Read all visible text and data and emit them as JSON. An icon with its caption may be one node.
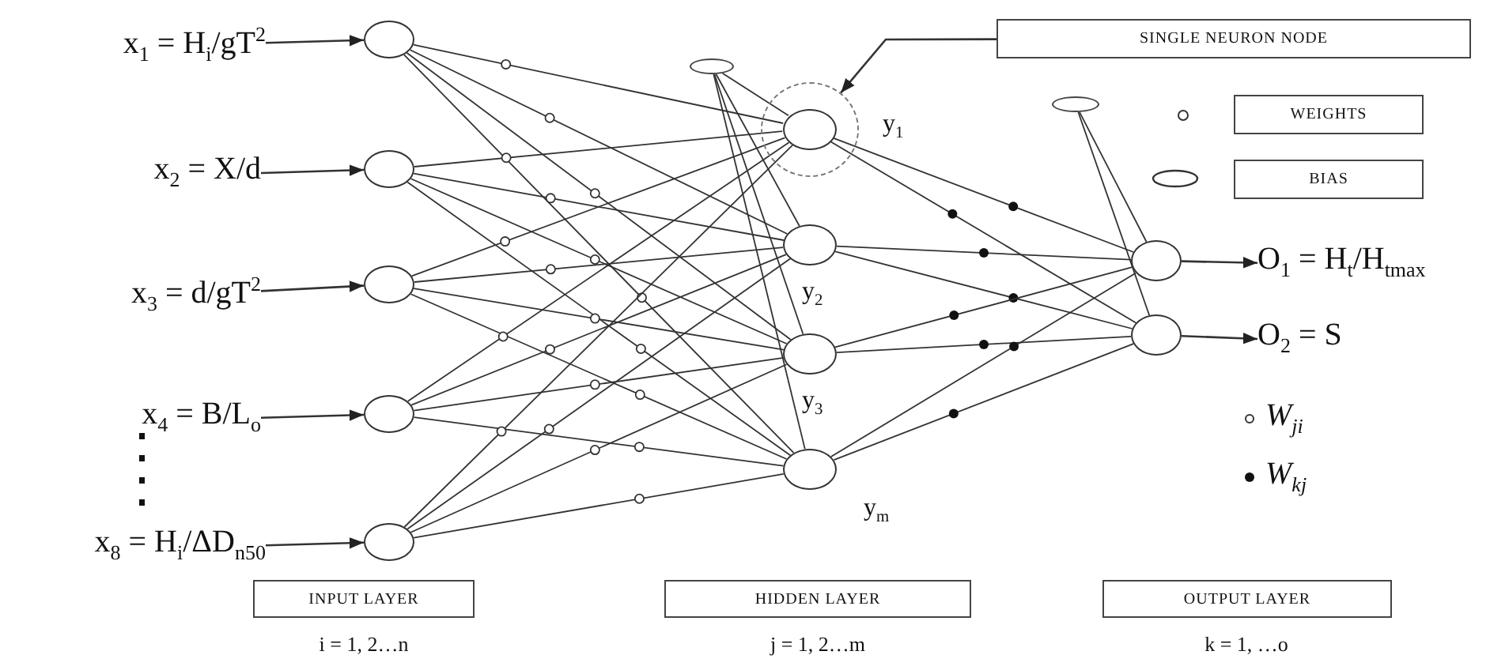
{
  "diagram": {
    "nodes": [
      {
        "text": [
          "x$_{1}$ = H$_{i}$/gT$^{2}$"
        ]
      },
      {
        "text": [
          "x$_{2}$ = X/d"
        ]
      },
      {
        "text": [
          "x$_{3}$ = d/gT$^{2}$"
        ]
      },
      {
        "text": [
          "x$_{4}$ = B/L$_{o}$"
        ]
      },
      {
        "text": [
          "x$_{8}$ = H$_{i}$/ΔD$_{n50}$"
        ]
      },
      {
        "text": [],
        "shape": "circle"
      },
      {
        "text": [],
        "shape": "circle"
      },
      {
        "text": [],
        "shape": "circle"
      },
      {
        "text": [],
        "shape": "circle"
      },
      {
        "text": [],
        "shape": "circle"
      },
      {
        "text": [],
        "shape": "ellipse"
      },
      {
        "text": [],
        "shape": "circle"
      },
      {
        "text": [],
        "shape": "circle",
        "in": 11,
        "beside": [
          "y$_{1}$"
        ]
      },
      {
        "text": [],
        "shape": "circle",
        "beside": [
          "y$_{2}$"
        ]
      },
      {
        "text": [],
        "shape": "circle",
        "beside": [
          "y$_{3}$"
        ]
      },
      {
        "text": [],
        "shape": "circle",
        "beside": [
          "y$_{m}$"
        ]
      },
      {
        "text": [],
        "shape": "ellipse"
      },
      {
        "text": [],
        "shape": "circle"
      },
      {
        "text": [],
        "shape": "circle"
      },
      {
        "text": [
          "O$_{1}$ = H$_{t}$/H$_{tmax}$"
        ]
      },
      {
        "text": [
          "O$_{2}$ = S"
        ]
      },
      {
        "text": [
          "SINGLE NEURON NODE"
        ]
      },
      {
        "text": [
          "INPUT LAYER"
        ],
        "beside": [
          "i = 1, 2…n"
        ]
      },
      {
        "text": [
          "HIDDEN LAYER"
        ],
        "beside": [
          "j = 1, 2…m"
        ]
      },
      {
        "text": [
          "OUTPUT LAYER"
        ],
        "beside": [
          "k = 1, …o"
        ]
      }
    ],
    "edges": [
      {
        "from": 0,
        "to": 5,
        "arrow": "to"
      },
      {
        "from": 1,
        "to": 6,
        "arrow": "to"
      },
      {
        "from": 2,
        "to": 7,
        "arrow": "to"
      },
      {
        "from": 3,
        "to": 8,
        "arrow": "to"
      },
      {
        "from": 4,
        "to": 9,
        "arrow": "to"
      },
      {
        "from": 5,
        "to": 12,
        "arrow": "none"
      },
      {
        "from": 5,
        "to": 13,
        "arrow": "none"
      },
      {
        "from": 5,
        "to": 14,
        "arrow": "none"
      },
      {
        "from": 5,
        "to": 15,
        "arrow": "none"
      },
      {
        "from": 6,
        "to": 12,
        "arrow": "none"
      },
      {
        "from": 6,
        "to": 13,
        "arrow": "none"
      },
      {
        "from": 6,
        "to": 14,
        "arrow": "none"
      },
      {
        "from": 6,
        "to": 15,
        "arrow": "none"
      },
      {
        "from": 7,
        "to": 12,
        "arrow": "none"
      },
      {
        "from": 7,
        "to": 13,
        "arrow": "none"
      },
      {
        "from": 7,
        "to": 14,
        "arrow": "none"
      },
      {
        "from": 7,
        "to": 15,
        "arrow": "none"
      },
      {
        "from": 8,
        "to": 12,
        "arrow": "none"
      },
      {
        "from": 8,
        "to": 13,
        "arrow": "none"
      },
      {
        "from": 8,
        "to": 14,
        "arrow": "none"
      },
      {
        "from": 8,
        "to": 15,
        "arrow": "none"
      },
      {
        "from": 9,
        "to": 12,
        "arrow": "none"
      },
      {
        "from": 9,
        "to": 13,
        "arrow": "none"
      },
      {
        "from": 9,
        "to": 14,
        "arrow": "none"
      },
      {
        "from": 9,
        "to": 15,
        "arrow": "none"
      },
      {
        "from": 10,
        "to": 12,
        "arrow": "none"
      },
      {
        "from": 10,
        "to": 13,
        "arrow": "none"
      },
      {
        "from": 10,
        "to": 14,
        "arrow": "none"
      },
      {
        "from": 10,
        "to": 15,
        "arrow": "none"
      },
      {
        "from": 12,
        "to": 17,
        "arrow": "none"
      },
      {
        "from": 12,
        "to": 18,
        "arrow": "none"
      },
      {
        "from": 13,
        "to": 17,
        "arrow": "none"
      },
      {
        "from": 13,
        "to": 18,
        "arrow": "none"
      },
      {
        "from": 14,
        "to": 17,
        "arrow": "none"
      },
      {
        "from": 14,
        "to": 18,
        "arrow": "none"
      },
      {
        "from": 15,
        "to": 17,
        "arrow": "none"
      },
      {
        "from": 15,
        "to": 18,
        "arrow": "none"
      },
      {
        "from": 16,
        "to": 17,
        "arrow": "none"
      },
      {
        "from": 16,
        "to": 18,
        "arrow": "none"
      },
      {
        "from": 17,
        "to": 19,
        "arrow": "to"
      },
      {
        "from": 18,
        "to": 20,
        "arrow": "to"
      },
      {
        "from": 21,
        "to": 11,
        "arrow": "to"
      }
    ],
    "legend": [
      {
        "text": "WEIGHTS"
      },
      {
        "text": "BIAS"
      },
      {
        "text": "W$_{ji}$"
      },
      {
        "text": "W$_{kj}$"
      }
    ]
  }
}
